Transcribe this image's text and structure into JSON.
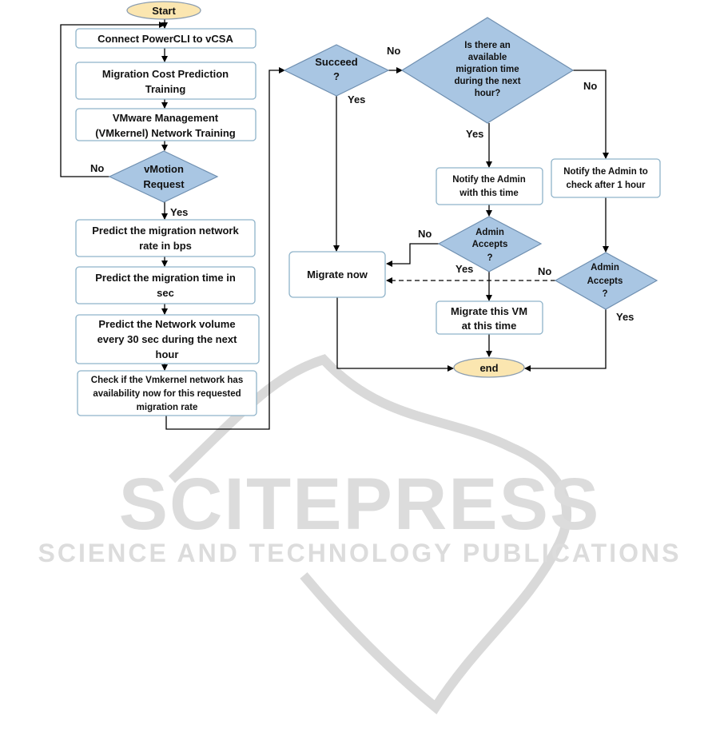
{
  "start": "Start",
  "end": "end",
  "connect": "Connect PowerCLI to vCSA",
  "cost_training": [
    "Migration Cost Prediction",
    "Training"
  ],
  "network_training": [
    "VMware Management",
    "(VMkernel)  Network Training"
  ],
  "vmotion": [
    "vMotion",
    "Request"
  ],
  "predict_rate": [
    "Predict the migration network",
    "rate in bps"
  ],
  "predict_time": [
    "Predict the migration time in",
    "sec"
  ],
  "predict_volume": [
    "Predict the Network volume",
    "every 30 sec during  the next",
    "hour"
  ],
  "check_availability": [
    "Check if the Vmkernel network has",
    "availability  now for this requested",
    "migration rate"
  ],
  "succeed": [
    "Succeed",
    "?"
  ],
  "available_time": [
    "Is there an",
    "available",
    "migration time",
    "during the next",
    "hour?"
  ],
  "notify_time": [
    "Notify the Admin",
    "with this time"
  ],
  "notify_later": [
    "Notify the Admin to",
    "check after 1 hour"
  ],
  "admin_accepts_1": [
    "Admin",
    "Accepts",
    "?"
  ],
  "admin_accepts_2": [
    "Admin",
    "Accepts",
    "?"
  ],
  "migrate_now": "Migrate now",
  "migrate_at_time": [
    "Migrate this VM",
    "at this time"
  ],
  "edge_labels": {
    "vmotion_no": "No",
    "vmotion_yes": "Yes",
    "succeed_no": "No",
    "succeed_yes": "Yes",
    "available_no": "No",
    "available_yes": "Yes",
    "accepts1_no": "No",
    "accepts1_yes": "Yes",
    "accepts2_no": "No",
    "accepts2_yes": "Yes"
  },
  "watermark": {
    "title": "SCITEPRESS",
    "subtitle": "SCIENCE AND TECHNOLOGY PUBLICATIONS"
  }
}
